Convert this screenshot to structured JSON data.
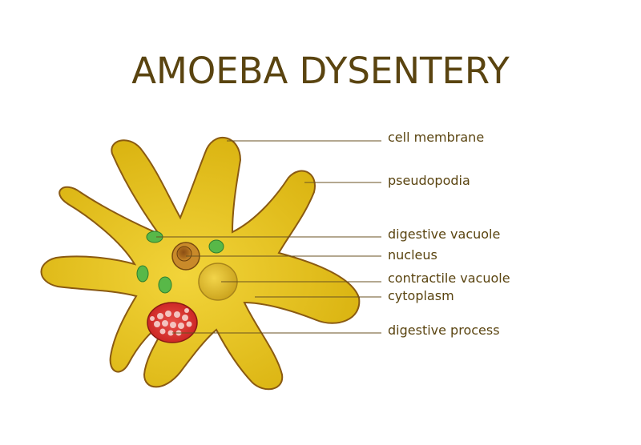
{
  "title": "AMOEBA DYSENTERY",
  "labels": {
    "cell_membrane": "cell membrane",
    "pseudopodia": "pseudopodia",
    "digestive_vacuole": "digestive vacuole",
    "nucleus": "nucleus",
    "contractile_vacuole": "contractile vacuole",
    "cytoplasm": "cytoplasm",
    "digestive_process": "digestive process"
  },
  "colors": {
    "title": "#5a4410",
    "cell_fill": "#e6c21a",
    "cell_outline": "#8a5a12",
    "vacuole_green": "#4caf50",
    "nucleus_brown": "#b8741a",
    "contractile_vacuole": "#d9b82a",
    "digestive_red": "#d8322e"
  }
}
